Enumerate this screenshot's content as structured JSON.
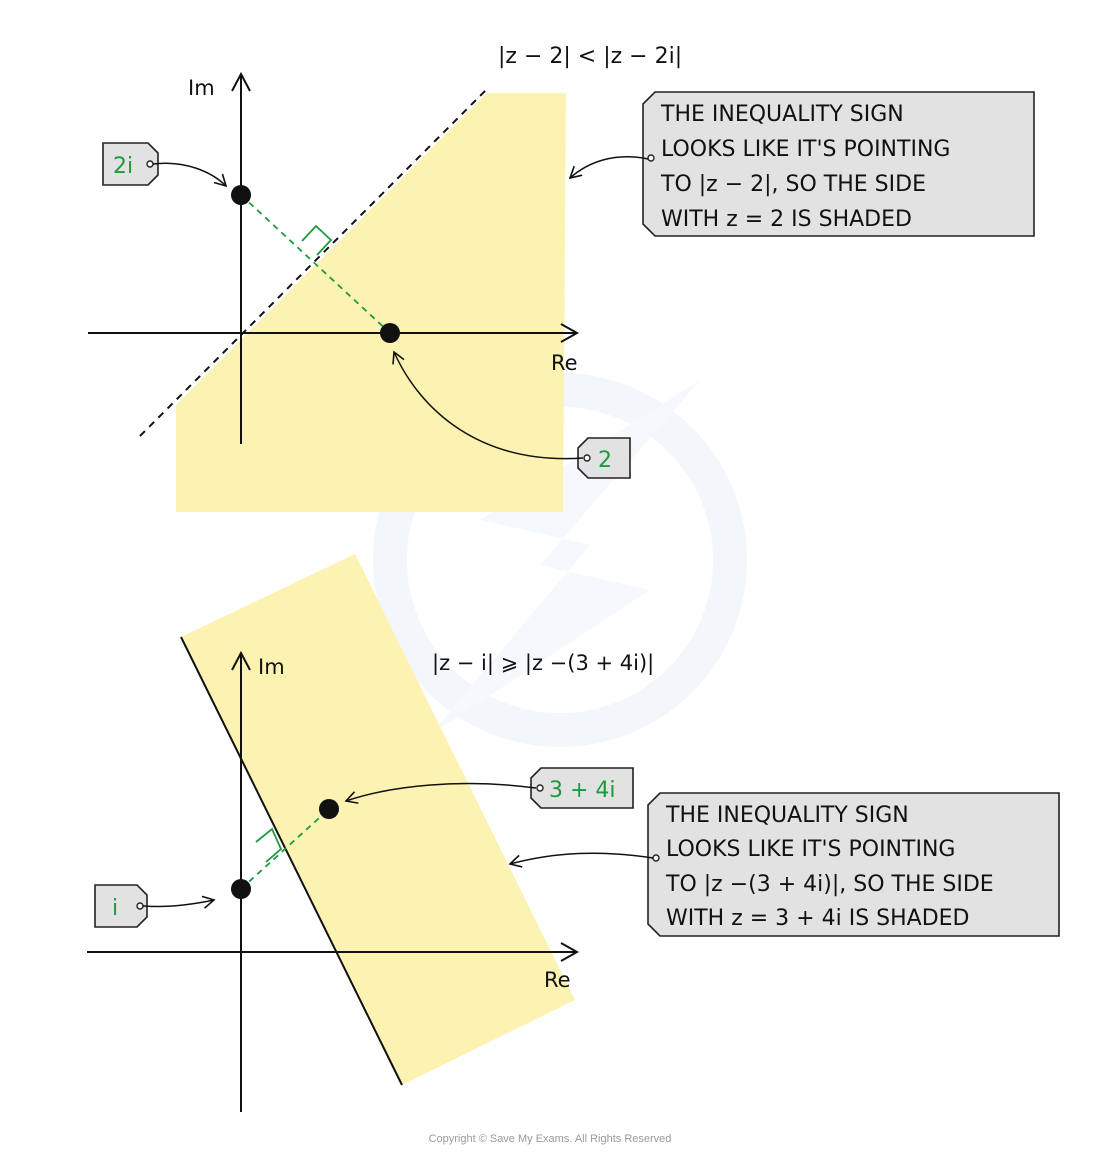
{
  "colors": {
    "shade": "#fcf2b1",
    "label_green": "#1e9a3c",
    "tag_fill": "#e2e2e2",
    "ink": "#111111",
    "watermark": "#eef4fb"
  },
  "diagram1": {
    "inequality": "|z − 2| < |z − 2i|",
    "axis_re": "Re",
    "axis_im": "Im",
    "tag_2i": "2i",
    "tag_2": "2",
    "note_lines": [
      "THE INEQUALITY SIGN",
      "LOOKS LIKE IT'S POINTING",
      "TO |z − 2|, SO THE SIDE",
      "WITH z = 2 IS SHADED"
    ]
  },
  "diagram2": {
    "inequality": "|z − i| ⩾ |z −(3 + 4i)|",
    "axis_re": "Re",
    "axis_im": "Im",
    "tag_i": "i",
    "tag_3p4i": "3 + 4i",
    "note_lines": [
      "THE INEQUALITY SIGN",
      "LOOKS LIKE IT'S POINTING",
      "TO |z −(3 + 4i)|, SO THE SIDE",
      "WITH z = 3 + 4i IS SHADED"
    ]
  },
  "copyright": "Copyright © Save My Exams. All Rights Reserved"
}
